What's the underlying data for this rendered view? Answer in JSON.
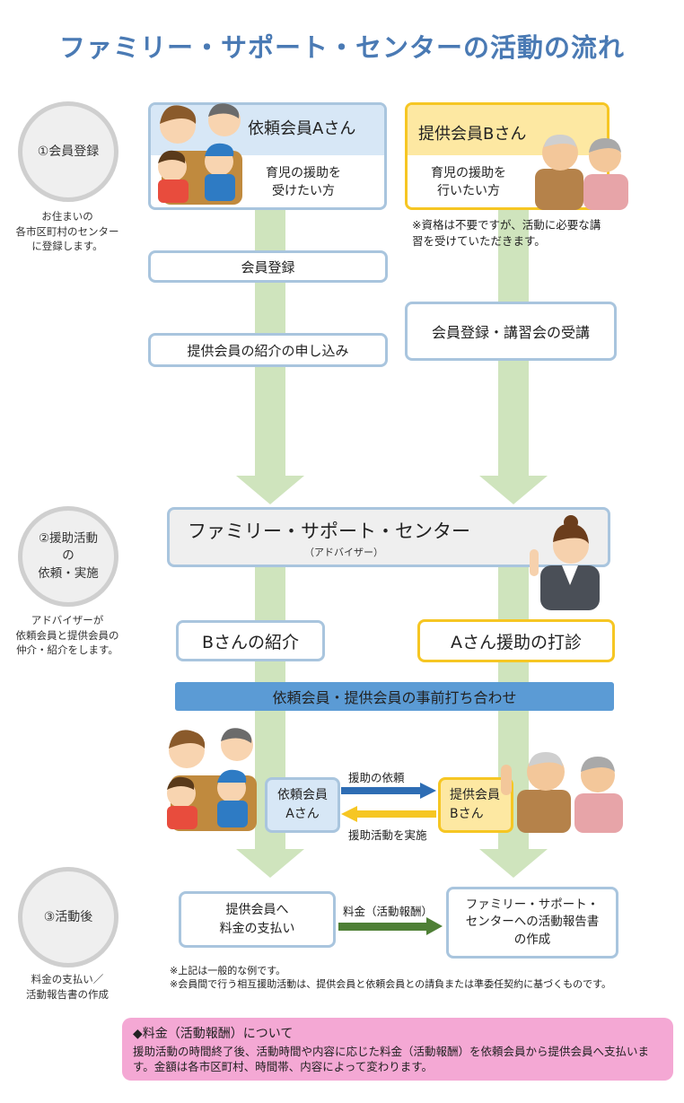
{
  "title": "ファミリー・サポート・センターの活動の流れ",
  "steps": [
    {
      "label": "①会員登録",
      "note": "お住まいの\n各市区町村のセンター\nに登録します。"
    },
    {
      "label": "②援助活動\nの\n依頼・実施",
      "note": "アドバイザーが\n依頼会員と提供会員の\n仲介・紹介をします。"
    },
    {
      "label": "③活動後",
      "note": "料金の支払い／\n活動報告書の作成"
    }
  ],
  "member_a": {
    "title": "依頼会員Aさん",
    "desc": "育児の援助を\n受けたい方"
  },
  "member_b": {
    "title": "提供会員Bさん",
    "desc": "育児の援助を\n行いたい方",
    "note": "※資格は不要ですが、活動に必要な講\n習を受けていただきます。"
  },
  "left_flow": [
    "会員登録",
    "提供会員の紹介の申し込み"
  ],
  "right_flow": [
    "会員登録・講習会の受講"
  ],
  "center": {
    "name": "ファミリー・サポート・センター",
    "sub": "（アドバイザー）"
  },
  "intro_a": "Bさんの紹介",
  "intro_b": "Aさん援助の打診",
  "meeting": "依頼会員・提供会員の事前打ち合わせ",
  "exchange": {
    "a_box": "依頼会員\nAさん",
    "b_box": "提供会員\nBさん",
    "request_label": "援助の依頼",
    "service_label": "援助活動を実施"
  },
  "after": {
    "pay_box": "提供会員へ\n料金の支払い",
    "fee_label": "料金（活動報酬）",
    "report_box": "ファミリー・サポート・\nセンターへの活動報告書\nの作成"
  },
  "footnotes": [
    "※上記は一般的な例です。",
    "※会員間で行う相互援助活動は、提供会員と依頼会員との請負または準委任契約に基づくものです。"
  ],
  "fee_info": {
    "heading": "◆料金（活動報酬）について",
    "body": "援助活動の時間終了後、活動時間や内容に応じた料金（活動報酬）を依頼会員から提供会員へ支払います。金額は各市区町村、時間帯、内容によって変わります。"
  },
  "colors": {
    "title": "#4a7ab4",
    "blue_border": "#a9c5de",
    "yellow_border": "#f6c623",
    "band": "#5b9bd5",
    "flow_arrow": "#cfe4bd",
    "pink": "#f4a8d4",
    "fee_arrow": "#4e7f35"
  },
  "icons": [
    "family-illustration",
    "elderly-couple-illustration",
    "advisor-illustration"
  ]
}
